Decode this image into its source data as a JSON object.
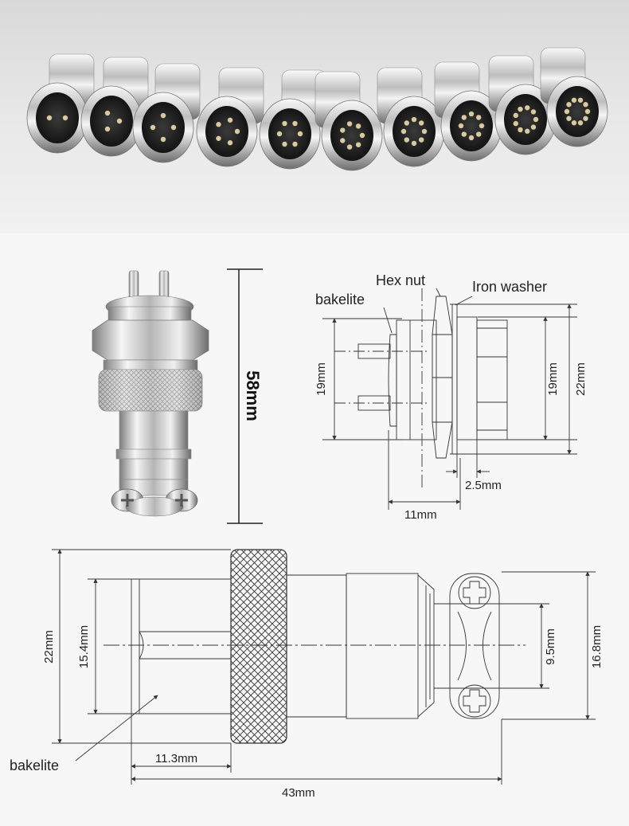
{
  "side_view": {
    "label_bakelite": "bakelite",
    "label_hex_nut": "Hex nut",
    "label_iron_washer": "Iron washer",
    "dim_left": "19mm",
    "dim_right_inner": "19mm",
    "dim_right_outer": "22mm",
    "dim_thread": "2.5mm",
    "dim_body": "11mm"
  },
  "length_view": {
    "dim_total_height": "58mm"
  },
  "plug_view": {
    "dim_outer": "22mm",
    "dim_inner": "15.4mm",
    "dim_knurl_offset": "11.3mm",
    "dim_total_length": "43mm",
    "dim_clamp": "9.5mm",
    "dim_clamp_outer": "16.8mm",
    "label_bakelite": "bakelite"
  },
  "colors": {
    "metal_light": "#eeeeee",
    "metal_dark": "#7a7a7a",
    "line": "#333333",
    "knurl": "#b88a7a"
  }
}
